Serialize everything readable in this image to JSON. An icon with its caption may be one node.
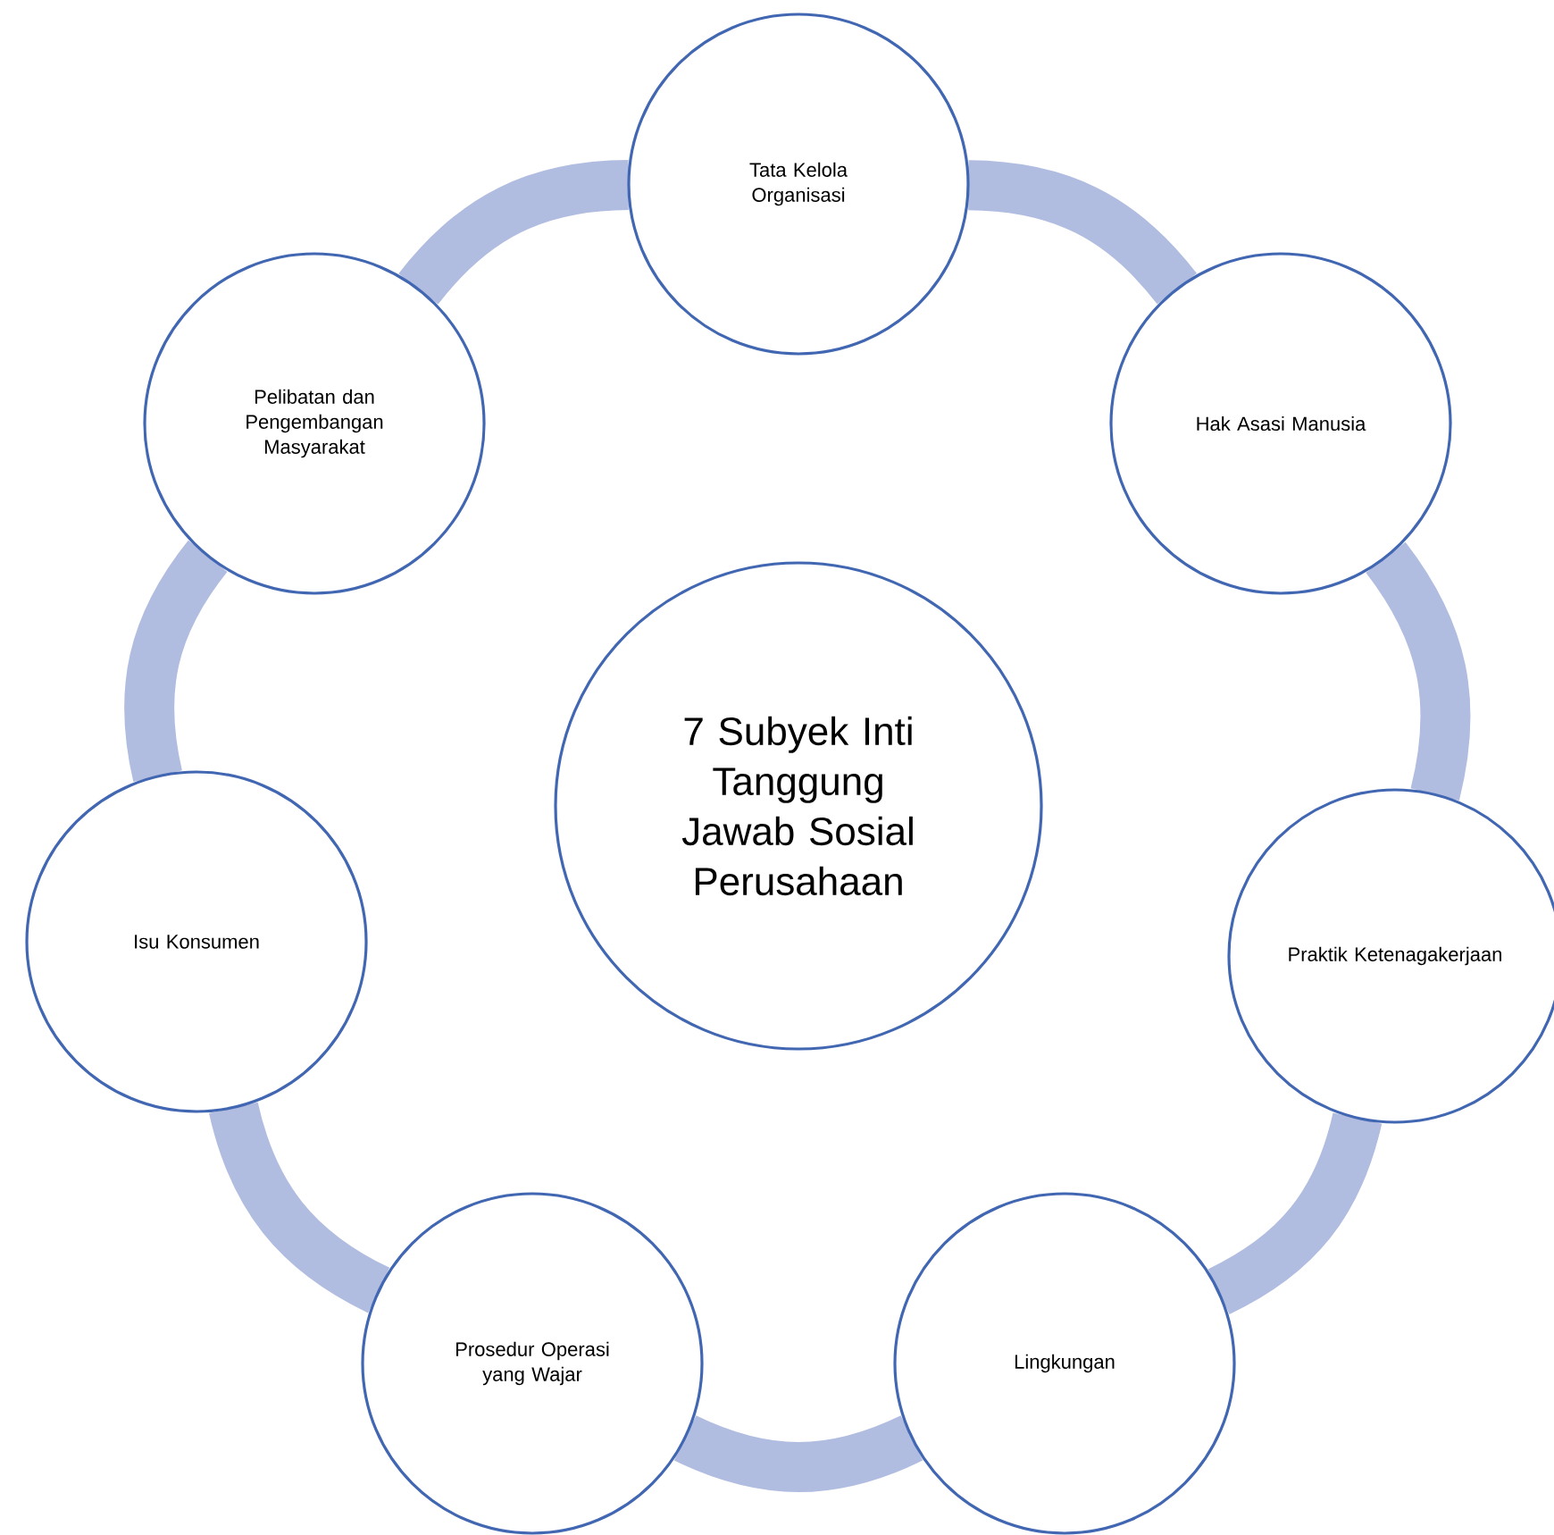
{
  "diagram": {
    "nodes": [
      {
        "text": [
          "Tata Kelola Organisasi"
        ]
      },
      {
        "text": [
          "Hak Asasi Manusia"
        ]
      },
      {
        "text": [
          "Praktik Ketenagakerjaan"
        ]
      },
      {
        "text": [
          "Lingkungan"
        ]
      },
      {
        "text": [
          "Prosedur Operasi yang Wajar"
        ]
      },
      {
        "text": [
          "Isu Konsumen"
        ]
      },
      {
        "text": [
          "Pelibatan dan Pengembangan Masyarakat"
        ]
      },
      {
        "text": [
          "7 Subyek Inti Tanggung Jawab Sosial Perusahaan"
        ]
      }
    ],
    "edges": [
      {
        "from": 0,
        "to": 1,
        "arrow": "none"
      },
      {
        "from": 1,
        "to": 2,
        "arrow": "none"
      },
      {
        "from": 2,
        "to": 3,
        "arrow": "none"
      },
      {
        "from": 3,
        "to": 4,
        "arrow": "none"
      },
      {
        "from": 4,
        "to": 5,
        "arrow": "none"
      },
      {
        "from": 5,
        "to": 6,
        "arrow": "none"
      },
      {
        "from": 6,
        "to": 0,
        "arrow": "none"
      }
    ]
  }
}
